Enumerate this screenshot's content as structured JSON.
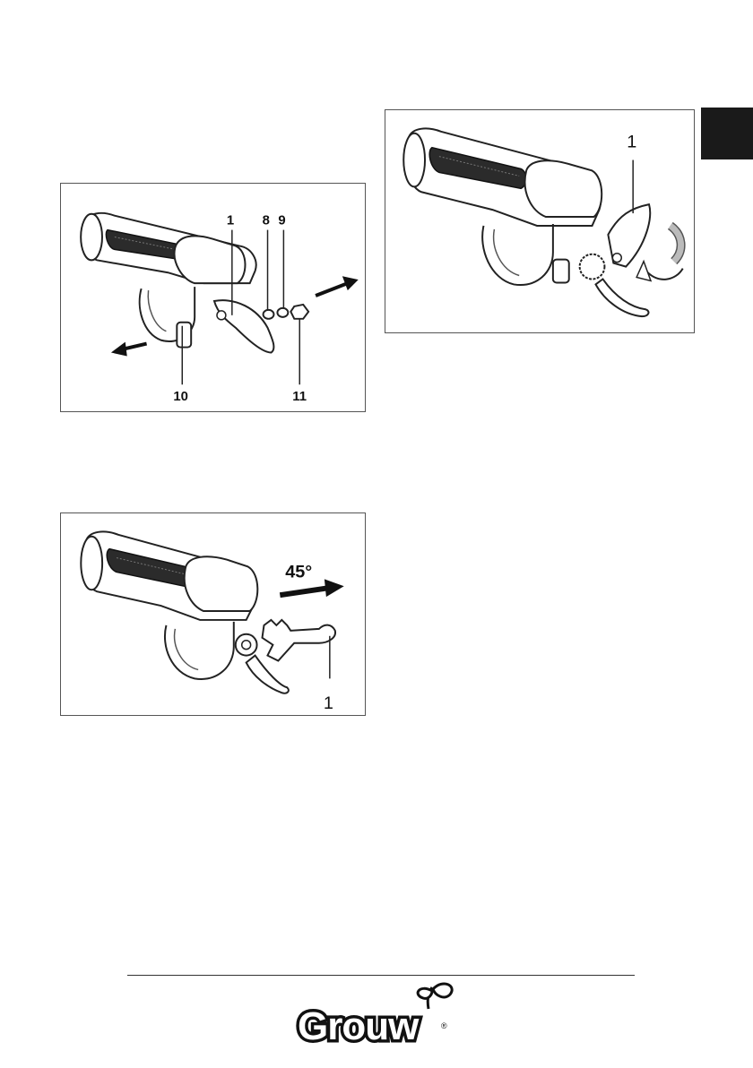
{
  "figures": {
    "fig1": {
      "callouts": [
        "1",
        "8",
        "9",
        "10",
        "11"
      ]
    },
    "fig2": {
      "callout": "1"
    },
    "fig3": {
      "callout": "1",
      "angle": "45°"
    }
  },
  "brand": {
    "logo_text": "Grouw",
    "registered": "®"
  },
  "colors": {
    "tab": "#1a1a1a",
    "ink": "#111111",
    "grip": "#2b2b2b"
  }
}
